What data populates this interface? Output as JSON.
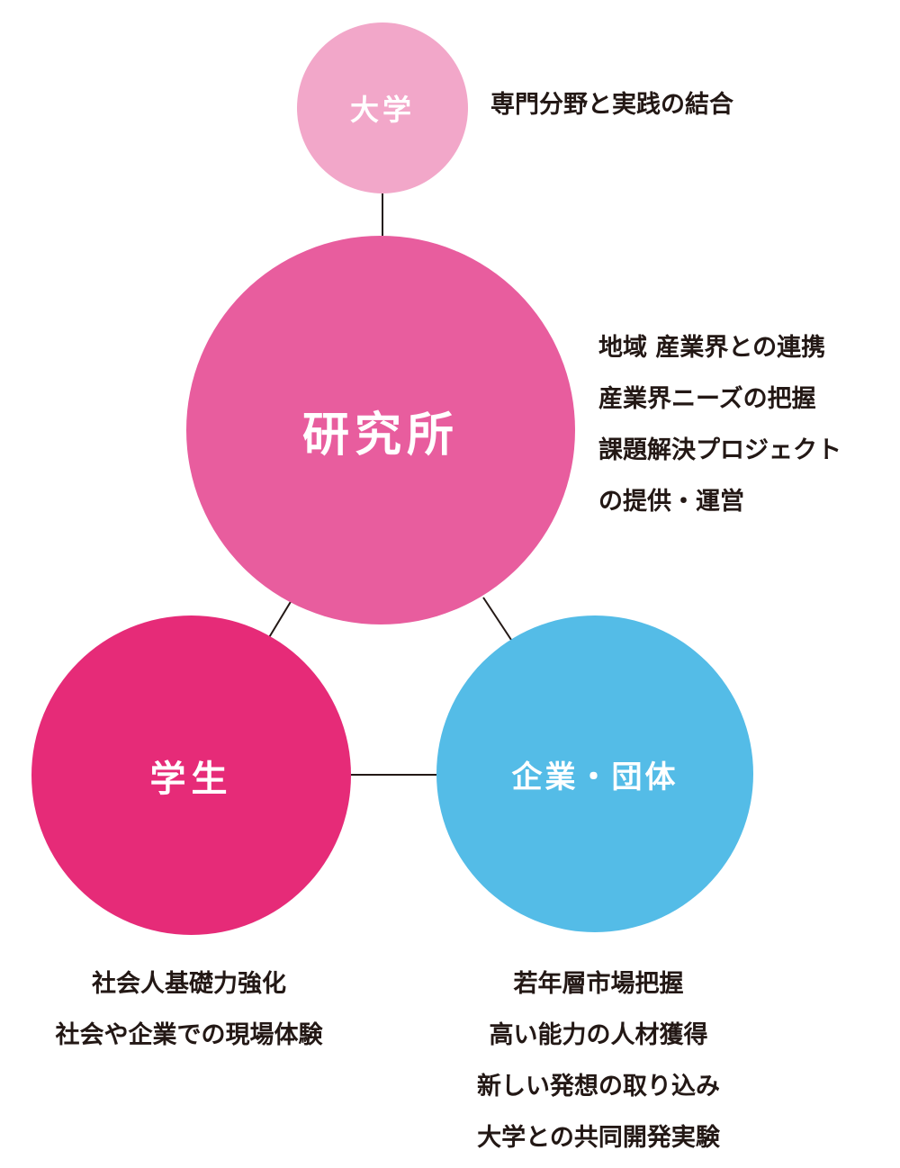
{
  "colors": {
    "university": "#F2A7C9",
    "institute": "#E85D9E",
    "students": "#E62B78",
    "companies": "#54BCE7",
    "connector": "#231815",
    "text": "#231815"
  },
  "nodes": {
    "university": {
      "label": "大学",
      "description": [
        "専門分野と実践の結合"
      ]
    },
    "institute": {
      "label": "研究所",
      "description": [
        "地域 産業界との連携",
        "産業界ニーズの把握",
        "課題解決プロジェクト",
        "の提供・運営"
      ]
    },
    "students": {
      "label": "学生",
      "description": [
        "社会人基礎力強化",
        "社会や企業での現場体験"
      ]
    },
    "companies": {
      "label": "企業・団体",
      "description": [
        "若年層市場把握",
        "高い能力の人材獲得",
        "新しい発想の取り込み",
        "大学との共同開発実験"
      ]
    }
  }
}
